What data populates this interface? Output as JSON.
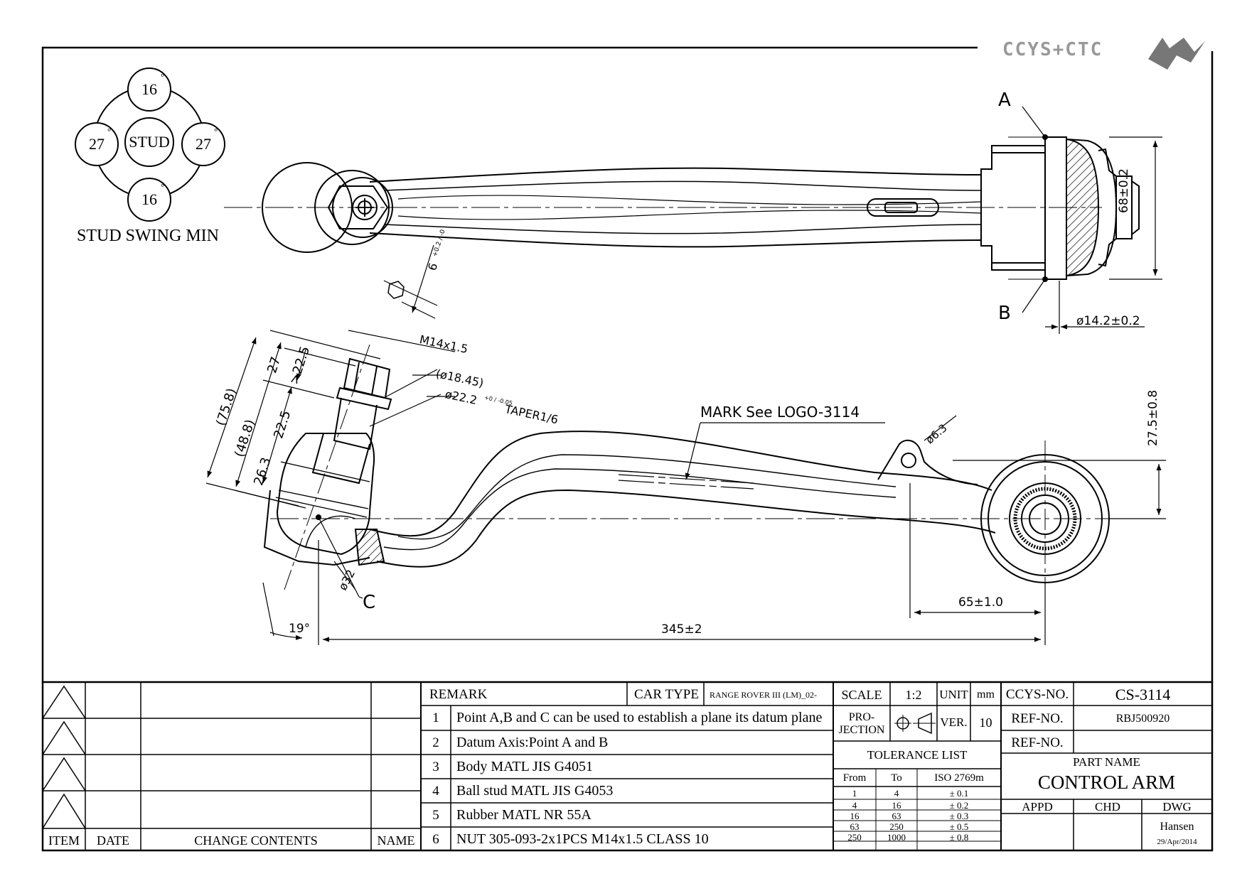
{
  "logo": {
    "text": "CCYS+CTC"
  },
  "swing": {
    "title": "STUD SWING MIN",
    "center": "STUD",
    "top": "16",
    "bottom": "16",
    "left": "27",
    "right": "27",
    "deg": "°"
  },
  "views": {
    "point_a": "A",
    "point_b": "B",
    "point_c": "C",
    "dim_68": "68±0.2",
    "dim_d142": "ø14.2±0.2",
    "dim_6": "6",
    "dim_6_tol": "+0.2 / -0",
    "dim_m14": "M14x1.5",
    "dim_d1845": "(ø18.45)",
    "dim_d222": "ø22.2",
    "dim_d222_tol": "+0 / -0.05",
    "dim_taper": "TAPER1/6",
    "dim_758": "(75.8)",
    "dim_27": "27",
    "dim_225a": ">22.5",
    "dim_488": "(48.8)",
    "dim_225b": "22.5",
    "dim_263": "26.3",
    "dim_d32": "ø32",
    "dim_19": "19°",
    "dim_345": "345±2",
    "dim_65": "65±1.0",
    "dim_275": "27.5±0.8",
    "dim_d63": "ø6.3",
    "mark": "MARK See LOGO-3114"
  },
  "title_block": {
    "rev_headers": {
      "item": "ITEM",
      "date": "DATE",
      "change": "CHANGE CONTENTS",
      "name": "NAME"
    },
    "remark_label": "REMARK",
    "car_type_label": "CAR TYPE",
    "car_type_value": "RANGE ROVER III (LM)_02-",
    "remarks": [
      {
        "no": "1",
        "text": "Point A,B and C can be used to establish a plane its datum plane"
      },
      {
        "no": "2",
        "text": "Datum Axis:Point A and B"
      },
      {
        "no": "3",
        "text": "Body MATL JIS G4051"
      },
      {
        "no": "4",
        "text": "Ball stud MATL JIS G4053"
      },
      {
        "no": "5",
        "text": "Rubber MATL NR 55A"
      },
      {
        "no": "6",
        "text": "NUT 305-093-2x1PCS M14x1.5 CLASS 10"
      }
    ],
    "scale_label": "SCALE",
    "scale_value": "1:2",
    "unit_label": "UNIT",
    "unit_value": "mm",
    "projection_label_1": "PRO-",
    "projection_label_2": "JECTION",
    "ver_label": "VER.",
    "ver_value": "10",
    "tolerance_title": "TOLERANCE LIST",
    "tol_headers": {
      "from": "From",
      "to": "To",
      "std": "ISO 2769m"
    },
    "tolerances": [
      {
        "from": "1",
        "to": "4",
        "tol": "± 0.1"
      },
      {
        "from": "4",
        "to": "16",
        "tol": "± 0.2"
      },
      {
        "from": "16",
        "to": "63",
        "tol": "± 0.3"
      },
      {
        "from": "63",
        "to": "250",
        "tol": "± 0.5"
      },
      {
        "from": "250",
        "to": "1000",
        "tol": "± 0.8"
      }
    ],
    "ccys_no_label": "CCYS-NO.",
    "ccys_no_value": "CS-3114",
    "ref_no_label_1": "REF-NO.",
    "ref_no_value_1": "RBJ500920",
    "ref_no_label_2": "REF-NO.",
    "ref_no_value_2": "",
    "part_name_label": "PART NAME",
    "part_name_value": "CONTROL ARM",
    "appd_label": "APPD",
    "chd_label": "CHD",
    "dwg_label": "DWG",
    "dwg_value": "Hansen",
    "dwg_date": "29/Apr/2014"
  }
}
